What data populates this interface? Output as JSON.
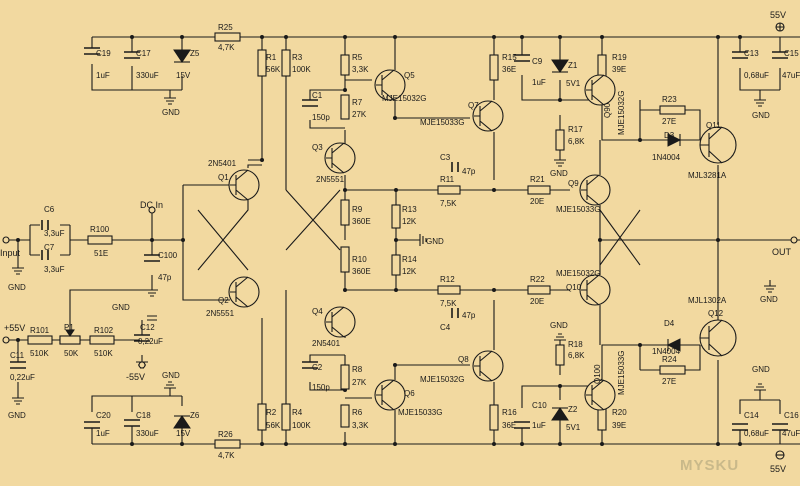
{
  "rails": {
    "pos": "+55V",
    "neg": "-55V",
    "pos_right": "55V",
    "neg_right": "55V"
  },
  "io": {
    "input": "Input",
    "out": "OUT",
    "dc_in": "DC In",
    "gnd": "GND"
  },
  "components": {
    "R1": "R1",
    "R1v": "56K",
    "R2": "R2",
    "R2v": "56K",
    "R3": "R3",
    "R3v": "100K",
    "R4": "R4",
    "R4v": "100K",
    "R5": "R5",
    "R5v": "3,3K",
    "R6": "R6",
    "R6v": "3,3K",
    "R7": "R7",
    "R7v": "27K",
    "R8": "R8",
    "R8v": "27K",
    "R9": "R9",
    "R9v": "360E",
    "R10": "R10",
    "R10v": "360E",
    "R11": "R11",
    "R11v": "7,5K",
    "R12": "R12",
    "R12v": "7,5K",
    "R13": "R13",
    "R13v": "12K",
    "R14": "R14",
    "R14v": "12K",
    "R15": "R15",
    "R15v": "36E",
    "R16": "R16",
    "R16v": "36E",
    "R17": "R17",
    "R17v": "6,8K",
    "R18": "R18",
    "R18v": "6,8K",
    "R19": "R19",
    "R19v": "39E",
    "R20": "R20",
    "R20v": "39E",
    "R21": "R21",
    "R21v": "20E",
    "R22": "R22",
    "R22v": "20E",
    "R23": "R23",
    "R23v": "27E",
    "R24": "R24",
    "R24v": "27E",
    "R25": "R25",
    "R25v": "4,7K",
    "R26": "R26",
    "R26v": "4,7K",
    "R100": "R100",
    "R100v": "51E",
    "R101": "R101",
    "R101v": "510K",
    "R102": "R102",
    "R102v": "510K",
    "P1": "P1",
    "P1v": "50K",
    "C1": "C1",
    "C1v": "150p",
    "C2": "C2",
    "C2v": "150p",
    "C3": "C3",
    "C3v": "47p",
    "C4": "C4",
    "C4v": "47p",
    "C6": "C6",
    "C6v": "3,3uF",
    "C7": "C7",
    "C7v": "3,3uF",
    "C9": "C9",
    "C9v": "1uF",
    "C10": "C10",
    "C10v": "1uF",
    "C11": "C11",
    "C11v": "0,22uF",
    "C12": "C12",
    "C12v": "0,22uF",
    "C13": "C13",
    "C13v": "0,68uF",
    "C14": "C14",
    "C14v": "0,68uF",
    "C15": "C15",
    "C15v": "47uF",
    "C16": "C16",
    "C16v": "47uF",
    "C17": "C17",
    "C17v": "330uF",
    "C18": "C18",
    "C18v": "330uF",
    "C19": "C19",
    "C19v": "1uF",
    "C20": "C20",
    "C20v": "1uF",
    "C100": "C100",
    "C100v": "47p",
    "Z1": "Z1",
    "Z1v": "5V1",
    "Z2": "Z2",
    "Z2v": "5V1",
    "Z5": "Z5",
    "Z5v": "15V",
    "Z6": "Z6",
    "Z6v": "15V",
    "D3": "D3",
    "D3v": "1N4004",
    "D4": "D4",
    "D4v": "1N4004",
    "Q1": "Q1",
    "Q1v": "2N5401",
    "Q2": "Q2",
    "Q2v": "2N5551",
    "Q3": "Q3",
    "Q3v": "2N5551",
    "Q4": "Q4",
    "Q4v": "2N5401",
    "Q5": "Q5",
    "Q5v": "MJE15032G",
    "Q6": "Q6",
    "Q6v": "MJE15033G",
    "Q7": "Q7",
    "Q7v": "MJE15033G",
    "Q8": "Q8",
    "Q8v": "MJE15032G",
    "Q9": "Q9",
    "Q9v": "MJE15033G",
    "Q10": "Q10",
    "Q10v": "MJE15032G",
    "Q11": "Q11",
    "Q11v": "MJL3281A",
    "Q12": "Q12",
    "Q12v": "MJL1302A",
    "Q90": "Q90",
    "Q90v": "MJE15032G",
    "Q100": "Q100",
    "Q100v": "MJE15033G"
  },
  "watermark": "MYSKU"
}
